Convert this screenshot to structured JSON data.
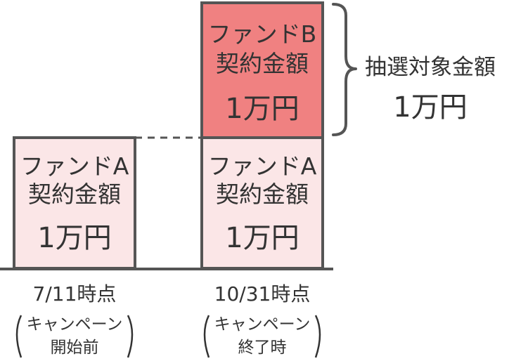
{
  "colors": {
    "fund_a_fill": "#fbe6e7",
    "fund_b_fill": "#f08181",
    "stroke": "#555555",
    "text": "#333333"
  },
  "before": {
    "fund_a": {
      "line1": "ファンドA",
      "line2": "契約金額",
      "amount": "1万円"
    },
    "date": "7/11時点",
    "note_line1": "キャンペーン",
    "note_line2": "開始前"
  },
  "after": {
    "fund_b": {
      "line1": "ファンドB",
      "line2": "契約金額",
      "amount": "1万円"
    },
    "fund_a": {
      "line1": "ファンドA",
      "line2": "契約金額",
      "amount": "1万円"
    },
    "date": "10/31時点",
    "note_line1": "キャンペーン",
    "note_line2": "終了時"
  },
  "lottery": {
    "label": "抽選対象金額",
    "amount": "1万円"
  }
}
